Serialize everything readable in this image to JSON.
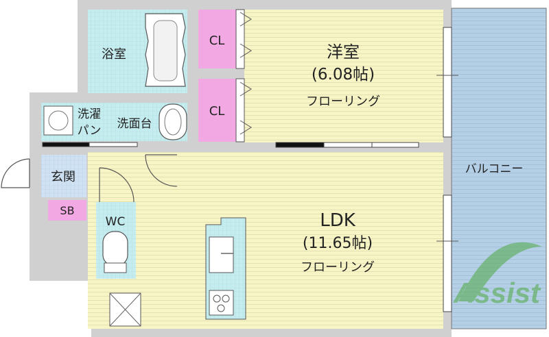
{
  "rooms": {
    "bath": "浴室",
    "cl_top": "CL",
    "cl_bottom": "CL",
    "washer_line1": "洗濯",
    "washer_line2": "パン",
    "washbasin": "洗面台",
    "western": {
      "name": "洋室",
      "size": "(6.08帖)",
      "floor": "フローリング"
    },
    "entrance": "玄関",
    "shoe_box": "SB",
    "toilet": "WC",
    "ldk": {
      "name": "LDK",
      "size": "(11.65帖)",
      "floor": "フローリング"
    },
    "balcony": "バルコニー"
  },
  "watermark": "Assist",
  "colors": {
    "room_yellow": "#f7f5c5",
    "wet_cyan": "#c5ecef",
    "closet_pink": "#f2a9e3",
    "entrance_blue": "#cfe1f3",
    "balcony_blue": "#b4cfe6",
    "wall_gray": "#d0d0d0",
    "watermark_green": "#4faa43"
  }
}
